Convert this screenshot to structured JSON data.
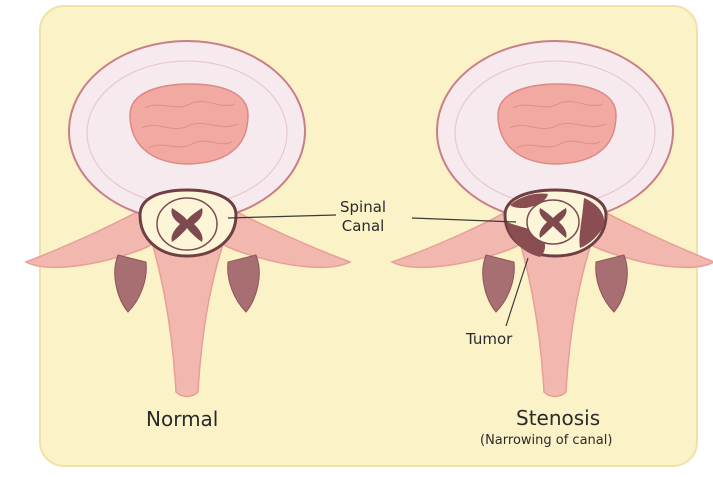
{
  "labels": {
    "spinal_canal_line1": "Spinal",
    "spinal_canal_line2": "Canal",
    "tumor": "Tumor",
    "normal": "Normal",
    "stenosis": "Stenosis",
    "stenosis_sub": "(Narrowing of canal)"
  },
  "colors": {
    "background_panel": "#fbf2c8",
    "panel_border": "#f0e2a6",
    "vertebral_body_ring": "#f7eaee",
    "vertebral_body_core": "#f2a9a2",
    "bone_pink": "#f2b7ae",
    "canal_fill": "#fdf5d8",
    "spinal_cord_outline": "#7d4a4f",
    "tumor_fill": "#8a4d52",
    "ligament_dark": "#9f6f72"
  }
}
